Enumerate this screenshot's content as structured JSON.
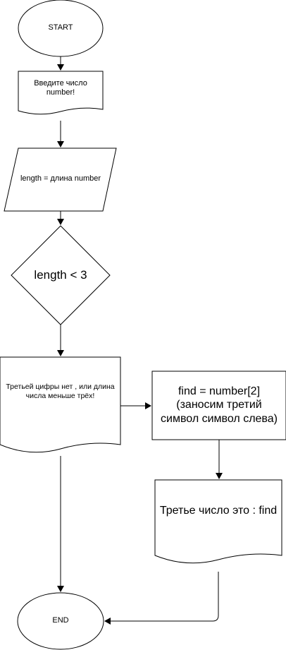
{
  "flowchart": {
    "start": {
      "text": "START"
    },
    "input": {
      "text": "Введите число number!"
    },
    "assign": {
      "text": "length = длина number"
    },
    "condition": {
      "text": "length < 3"
    },
    "no_third": {
      "text": "Третьей цифры нет , или длина числа меньше трёх!"
    },
    "find": {
      "text": "find = number[2] (заносим третий символ символ слева)"
    },
    "output": {
      "text": "Третье число это : find"
    },
    "end": {
      "text": "END"
    }
  }
}
